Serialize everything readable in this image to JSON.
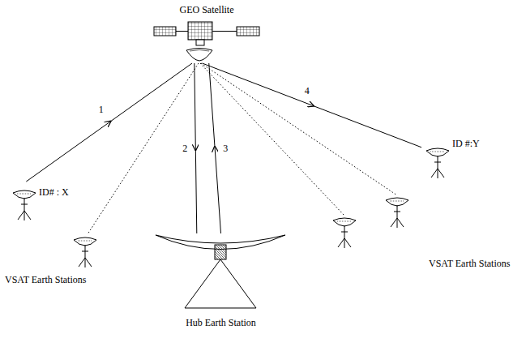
{
  "diagram": {
    "nodes": [
      {
        "text": [
          "GEO Satellite"
        ]
      },
      {
        "text": [
          "ID# : X"
        ]
      },
      {
        "text": [
          "Hub Earth Station"
        ]
      },
      {
        "text": [
          "ID #:Y"
        ]
      }
    ],
    "edges": [
      {
        "from": 1,
        "to": 0,
        "arrow": "to",
        "label": "1"
      },
      {
        "from": 0,
        "to": 2,
        "arrow": "to",
        "label": "2"
      },
      {
        "from": 2,
        "to": 0,
        "arrow": "to",
        "label": "3"
      },
      {
        "from": 0,
        "to": 3,
        "arrow": "to",
        "label": "4"
      }
    ],
    "labels": [
      "VSAT Earth Stations",
      "VSAT Earth Stations"
    ]
  }
}
